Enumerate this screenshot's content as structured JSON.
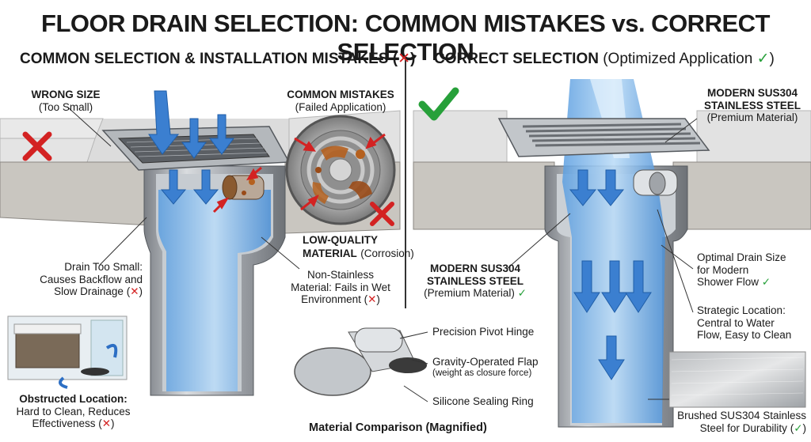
{
  "title": "FLOOR DRAIN SELECTION: COMMON MISTAKES vs. CORRECT SELECTION",
  "left": {
    "heading": "COMMON SELECTION & INSTALLATION MISTAKES",
    "heading_mark": "✕",
    "wrong_size": {
      "title": "WRONG SIZE",
      "sub": "(Too Small)"
    },
    "common_mistakes": {
      "title": "COMMON MISTAKES",
      "sub": "(Failed Application)"
    },
    "low_quality": {
      "title": "LOW-QUALITY",
      "title2": "MATERIAL",
      "sub": "(Corrosion)"
    },
    "drain_too_small": [
      "Drain Too Small:",
      "Causes Backflow and",
      "Slow Drainage"
    ],
    "non_stainless": [
      "Non-Stainless",
      "Material: Fails in Wet",
      "Environment"
    ],
    "obstructed": {
      "title": "Obstructed Location:",
      "line2": "Hard to Clean, Reduces",
      "line3": "Effectiveness"
    }
  },
  "right": {
    "heading": "CORRECT SELECTION",
    "heading_sub": "(Optimized Application",
    "heading_mark": "✓",
    "modern_top": {
      "line1": "MODERN SUS304",
      "line2": "STAINLESS STEEL",
      "sub": "(Premium Material)"
    },
    "modern_left": {
      "line1": "MODERN SUS304",
      "line2": "STAINLESS STEEL",
      "sub": "(Premium Material)"
    },
    "optimal": [
      "Optimal Drain Size",
      "for Modern",
      "Shower Flow"
    ],
    "strategic": [
      "Strategic Location:",
      "Central to Water",
      "Flow, Easy to Clean"
    ],
    "brushed": [
      "Brushed SUS304 Stainless",
      "Steel for Durability"
    ]
  },
  "bottom": {
    "pivot": "Precision Pivot Hinge",
    "flap": "Gravity-Operated Flap",
    "flap_sub": "(weight as closure force)",
    "seal": "Silicone Sealing Ring",
    "material_comparison": "Material Comparison (Magnified)"
  },
  "colors": {
    "wrong": "#d32222",
    "ok": "#27a03a",
    "water": "#4a90d9",
    "steel": "#a9adb2",
    "rust": "#b5611f"
  }
}
